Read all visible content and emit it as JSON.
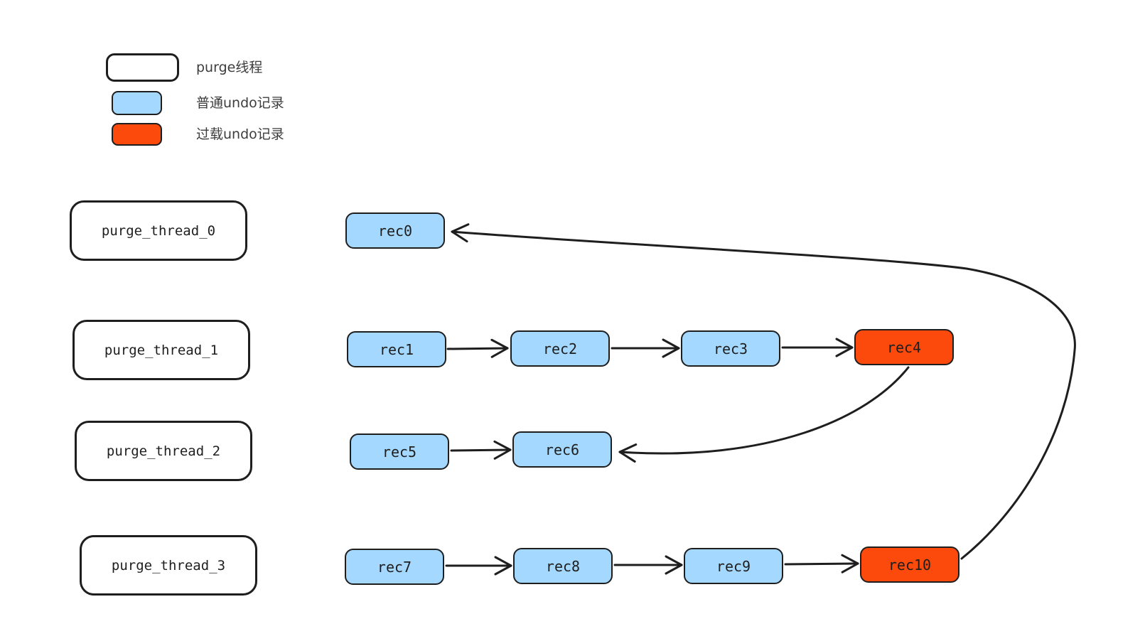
{
  "colors": {
    "background": "#ffffff",
    "stroke": "#1e1e1e",
    "text": "#1e1e1e",
    "legend_text": "#3d3d3d",
    "thread_fill": "#ffffff",
    "normal_fill": "#a5d8ff",
    "overload_fill": "#fb4a0b"
  },
  "legend": {
    "items": [
      {
        "label": "purge线程",
        "type": "thread"
      },
      {
        "label": "普通undo记录",
        "type": "normal"
      },
      {
        "label": "过载undo记录",
        "type": "overload"
      }
    ]
  },
  "threads": [
    {
      "label": "purge_thread_0"
    },
    {
      "label": "purge_thread_1"
    },
    {
      "label": "purge_thread_2"
    },
    {
      "label": "purge_thread_3"
    }
  ],
  "records": [
    {
      "label": "rec0",
      "type": "normal"
    },
    {
      "label": "rec1",
      "type": "normal"
    },
    {
      "label": "rec2",
      "type": "normal"
    },
    {
      "label": "rec3",
      "type": "normal"
    },
    {
      "label": "rec4",
      "type": "overload"
    },
    {
      "label": "rec5",
      "type": "normal"
    },
    {
      "label": "rec6",
      "type": "normal"
    },
    {
      "label": "rec7",
      "type": "normal"
    },
    {
      "label": "rec8",
      "type": "normal"
    },
    {
      "label": "rec9",
      "type": "normal"
    },
    {
      "label": "rec10",
      "type": "overload"
    }
  ],
  "arrows": [
    {
      "from": "rec1",
      "to": "rec2"
    },
    {
      "from": "rec2",
      "to": "rec3"
    },
    {
      "from": "rec3",
      "to": "rec4"
    },
    {
      "from": "rec4",
      "to": "rec6"
    },
    {
      "from": "rec5",
      "to": "rec6"
    },
    {
      "from": "rec7",
      "to": "rec8"
    },
    {
      "from": "rec8",
      "to": "rec9"
    },
    {
      "from": "rec9",
      "to": "rec10"
    },
    {
      "from": "rec10",
      "to": "rec0"
    }
  ]
}
